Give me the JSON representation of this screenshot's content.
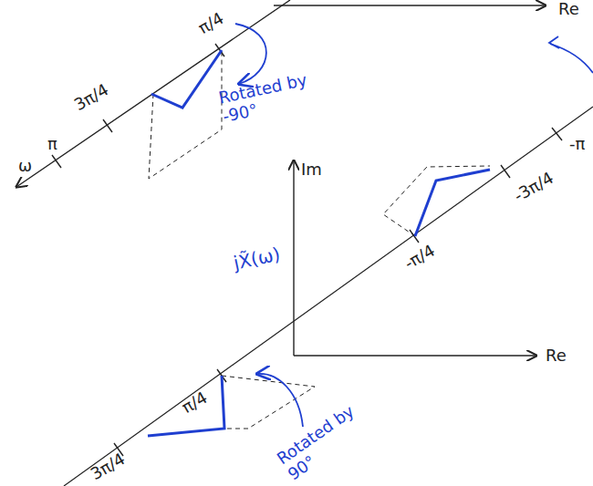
{
  "diagram": {
    "labels": [
      "Re",
      "π/4",
      "3π/4",
      "π",
      "ω",
      "Rotated by -90°",
      "Im",
      "jX̃(ω)",
      "-π",
      "-3π/4",
      "-π/4",
      "Re",
      "π/4",
      "3π/4",
      "Rotated by 90°"
    ]
  }
}
